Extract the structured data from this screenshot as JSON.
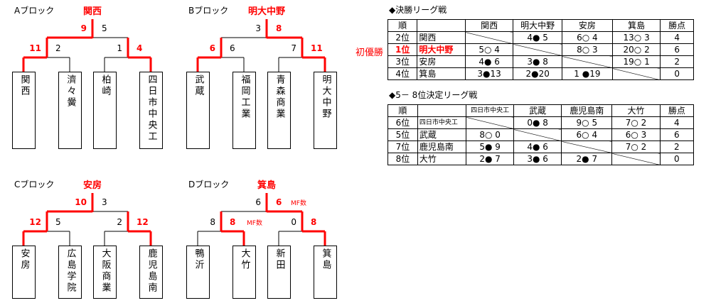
{
  "colors": {
    "winner": "#ff0000",
    "line": "#000000"
  },
  "blocks": [
    {
      "label": "Aブロック",
      "winner": "関西",
      "teams": [
        "関西",
        "濟々黌",
        "柏崎",
        "四日市中央工"
      ],
      "semi_scores": [
        [
          "11",
          "2"
        ],
        [
          "1",
          "4"
        ]
      ],
      "semi_winner": [
        0,
        1
      ],
      "final_scores": [
        "9",
        "5"
      ],
      "final_winner": 0,
      "mf": {}
    },
    {
      "label": "Bブロック",
      "winner": "明大中野",
      "teams": [
        "武蔵",
        "福岡工業",
        "青森商業",
        "明大中野"
      ],
      "semi_scores": [
        [
          "6",
          "6"
        ],
        [
          "7",
          "11"
        ]
      ],
      "semi_winner": [
        0,
        1
      ],
      "final_scores": [
        "3",
        "8"
      ],
      "final_winner": 1,
      "mf": {}
    },
    {
      "label": "Cブロック",
      "winner": "安房",
      "teams": [
        "安房",
        "広島学院",
        "大阪商業",
        "鹿児島南"
      ],
      "semi_scores": [
        [
          "12",
          "5"
        ],
        [
          "2",
          "12"
        ]
      ],
      "semi_winner": [
        0,
        1
      ],
      "final_scores": [
        "10",
        "3"
      ],
      "final_winner": 0,
      "mf": {}
    },
    {
      "label": "Dブロック",
      "winner": "箕島",
      "teams": [
        "鴨沂",
        "大竹",
        "新田",
        "箕島"
      ],
      "semi_scores": [
        [
          "8",
          "8"
        ],
        [
          "0",
          "8"
        ]
      ],
      "semi_winner": [
        1,
        1
      ],
      "final_scores": [
        "6",
        "6"
      ],
      "final_winner": 1,
      "mf": {
        "semi0": "MF数",
        "final": "MF数"
      }
    }
  ],
  "final_league": {
    "title": "◆決勝リーグ戦",
    "champion_note": "初優勝",
    "headers": [
      "順",
      "",
      "関西",
      "明大中野",
      "安房",
      "箕島",
      "勝点"
    ],
    "rows": [
      {
        "rank": "2位",
        "team": "関西",
        "cells": [
          "",
          "4● 5",
          "6○ 4",
          "13○ 3"
        ],
        "points": "4"
      },
      {
        "rank": "1位",
        "team": "明大中野",
        "cells": [
          "5○ 4",
          "",
          "8○ 3",
          "20○ 2"
        ],
        "points": "6",
        "highlight": true
      },
      {
        "rank": "3位",
        "team": "安房",
        "cells": [
          "4● 6",
          "3● 8",
          "",
          "19○ 1"
        ],
        "points": "2"
      },
      {
        "rank": "4位",
        "team": "箕島",
        "cells": [
          "3●13",
          "2●20",
          "1 ●19",
          ""
        ],
        "points": "0"
      }
    ]
  },
  "placement_league": {
    "title": "◆5－ 8位決定リーグ戦",
    "headers": [
      "順",
      "",
      "四日市中央工",
      "武蔵",
      "鹿児島南",
      "大竹",
      "勝点"
    ],
    "rows": [
      {
        "rank": "6位",
        "team": "四日市中央工",
        "cells": [
          "",
          "0● 8",
          "9○ 5",
          "7○ 2"
        ],
        "points": "4"
      },
      {
        "rank": "5位",
        "team": "武蔵",
        "cells": [
          "8○ 0",
          "",
          "6○ 4",
          "6○ 3"
        ],
        "points": "6"
      },
      {
        "rank": "7位",
        "team": "鹿児島南",
        "cells": [
          "5● 9",
          "4● 6",
          "",
          "7○ 2"
        ],
        "points": "2"
      },
      {
        "rank": "8位",
        "team": "大竹",
        "cells": [
          "2● 7",
          "3● 6",
          "2● 7",
          ""
        ],
        "points": "0"
      }
    ]
  }
}
